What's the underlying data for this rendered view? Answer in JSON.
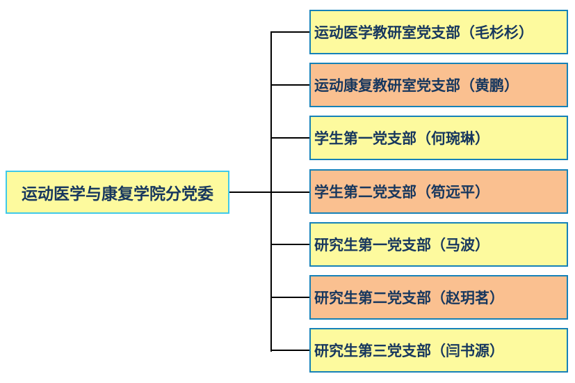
{
  "root": {
    "label": "运动医学与康复学院分党委"
  },
  "branches": [
    {
      "label": "运动医学教研室党支部（毛杉杉）",
      "variant": "yellow"
    },
    {
      "label": "运动康复教研室党支部（黄鹏）",
      "variant": "orange"
    },
    {
      "label": "学生第一党支部（何琬琳）",
      "variant": "yellow"
    },
    {
      "label": "学生第二党支部（笱远平）",
      "variant": "orange"
    },
    {
      "label": "研究生第一党支部（马波）",
      "variant": "yellow"
    },
    {
      "label": "研究生第二党支部（赵玥茗）",
      "variant": "orange"
    },
    {
      "label": "研究生第三党支部（闫书源）",
      "variant": "yellow"
    }
  ],
  "colors": {
    "yellow_fill": "#FDFA9E",
    "orange_fill": "#FAC090",
    "branch_border": "#1581B8",
    "root_border": "#3FC9E9",
    "text": "#17375E",
    "line": "#000000"
  }
}
